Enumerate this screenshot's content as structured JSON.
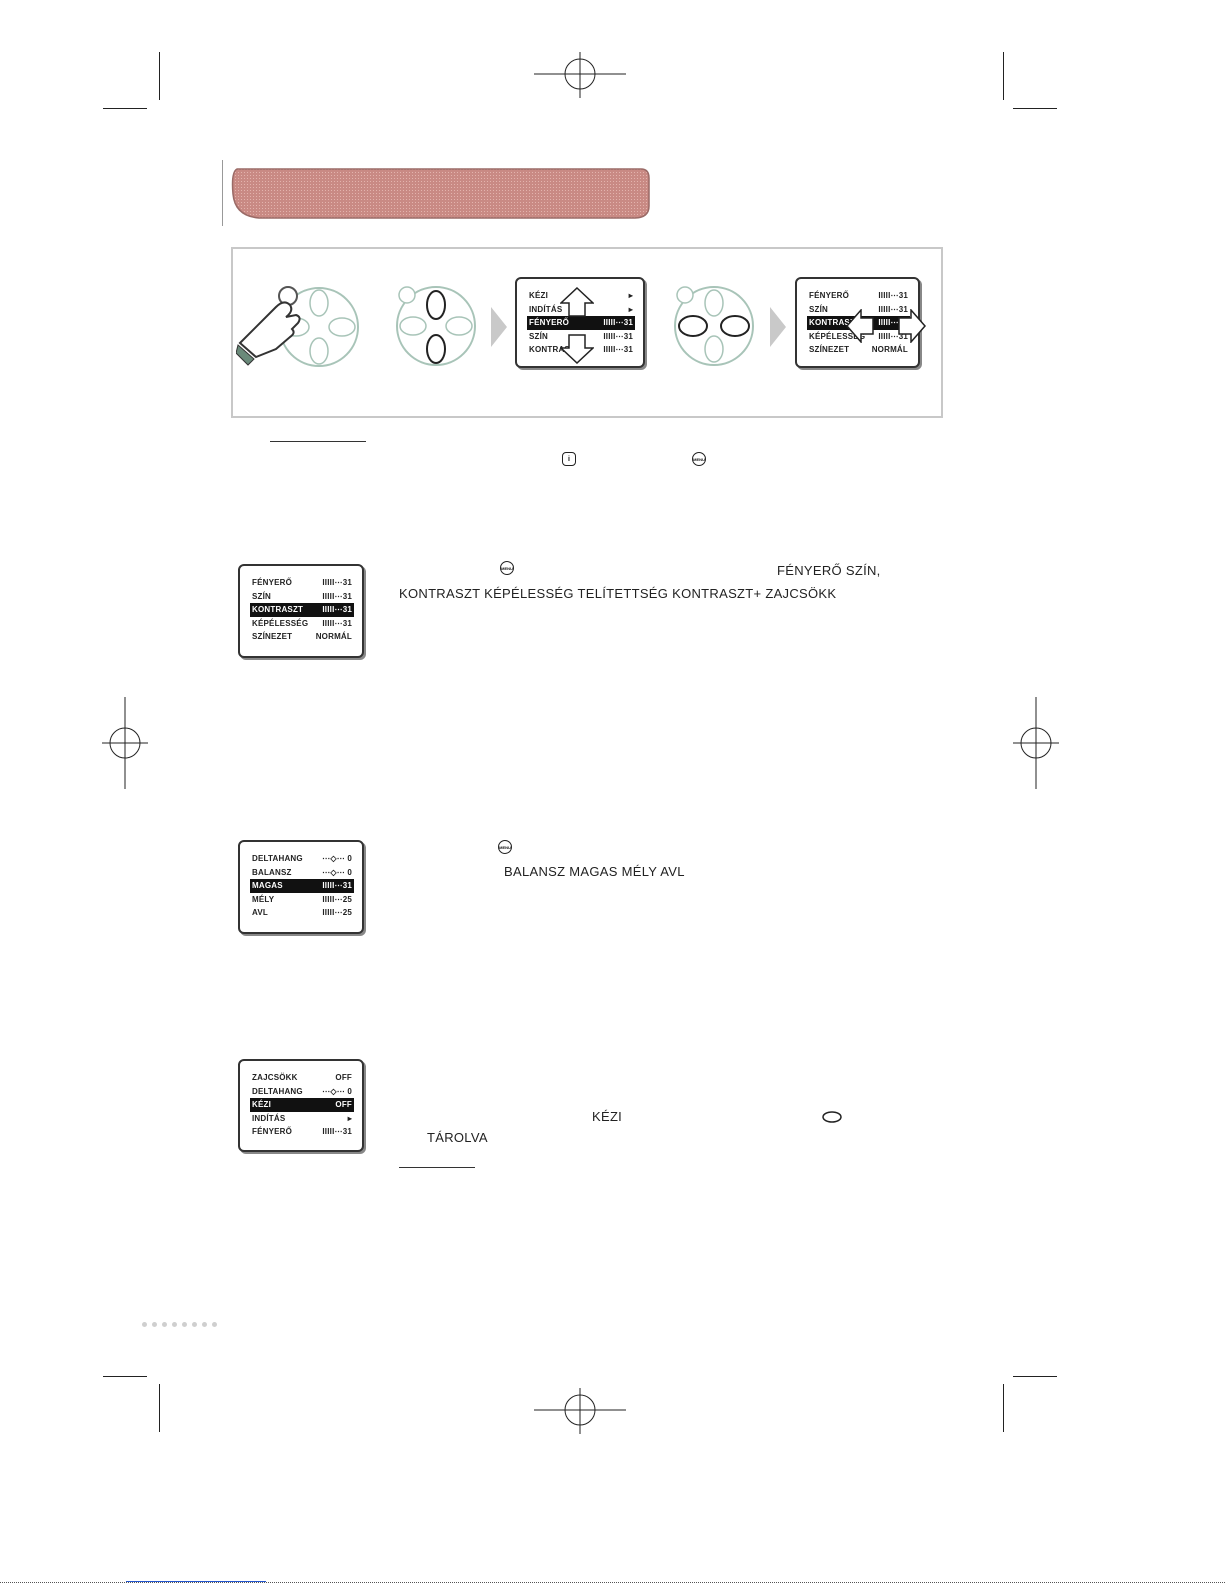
{
  "osd_panels": {
    "step2": {
      "rows": [
        {
          "label": "KÉZI",
          "value": "▸",
          "selected": false
        },
        {
          "label": "INDÍTÁS",
          "value": "▸",
          "selected": false
        },
        {
          "label": "FÉNYERŐ",
          "value": "IIIII⋯31",
          "selected": true
        },
        {
          "label": "SZÍN",
          "value": "IIIII⋯31",
          "selected": false
        },
        {
          "label": "KONTRASZT",
          "value": "IIIII⋯31",
          "selected": false
        }
      ]
    },
    "step3": {
      "rows": [
        {
          "label": "FÉNYERŐ",
          "value": "IIIII⋯31",
          "selected": false
        },
        {
          "label": "SZÍN",
          "value": "IIIII⋯31",
          "selected": false
        },
        {
          "label": "KONTRASZT",
          "value": "IIIII⋯31",
          "selected": true
        },
        {
          "label": "KÉPÉLESSÉG",
          "value": "IIIII⋯31",
          "selected": false
        },
        {
          "label": "SZÍNEZET",
          "value": "NORMÁL",
          "selected": false
        }
      ]
    },
    "picture": {
      "rows": [
        {
          "label": "FÉNYERŐ",
          "value": "IIIII⋯31",
          "selected": false
        },
        {
          "label": "SZÍN",
          "value": "IIIII⋯31",
          "selected": false
        },
        {
          "label": "KONTRASZT",
          "value": "IIIII⋯31",
          "selected": true
        },
        {
          "label": "KÉPÉLESSÉG",
          "value": "IIIII⋯31",
          "selected": false
        },
        {
          "label": "SZÍNEZET",
          "value": "NORMÁL",
          "selected": false
        }
      ]
    },
    "sound": {
      "rows": [
        {
          "label": "DELTAHANG",
          "value": "⋯◇⋯ 0",
          "selected": false
        },
        {
          "label": "BALANSZ",
          "value": "⋯◇⋯ 0",
          "selected": false
        },
        {
          "label": "MAGAS",
          "value": "IIIII⋯31",
          "selected": true
        },
        {
          "label": "MÉLY",
          "value": "IIIII⋯25",
          "selected": false
        },
        {
          "label": "AVL",
          "value": "IIIII⋯25",
          "selected": false
        }
      ]
    },
    "manual": {
      "rows": [
        {
          "label": "ZAJCSÖKK",
          "value": "OFF",
          "selected": false
        },
        {
          "label": "DELTAHANG",
          "value": "⋯◇⋯ 0",
          "selected": false
        },
        {
          "label": "KÉZI",
          "value": "OFF",
          "selected": true
        },
        {
          "label": "INDÍTÁS",
          "value": "▸",
          "selected": false
        },
        {
          "label": "FÉNYERŐ",
          "value": "IIIII⋯31",
          "selected": false
        }
      ]
    }
  },
  "text": {
    "picture_items_1": "FÉNYERŐ SZÍN,",
    "picture_items_2": "KONTRASZT  KÉPÉLESSÉG TELÍTETTSÉG KONTRASZT+     ZAJCSÖKK",
    "sound_items": "BALANSZ  MAGAS  MÉLY      AVL",
    "manual_item": "KÉZI",
    "stored_label": "TÁROLVA"
  },
  "icons": {
    "menu_button_label": "MENU",
    "info_button_label": "i"
  },
  "colors": {
    "header_bar": "#c98a84",
    "panel_border": "#c8c8c8",
    "step_arrow": "#c9c9c9",
    "dial": "#a8c4b8"
  }
}
